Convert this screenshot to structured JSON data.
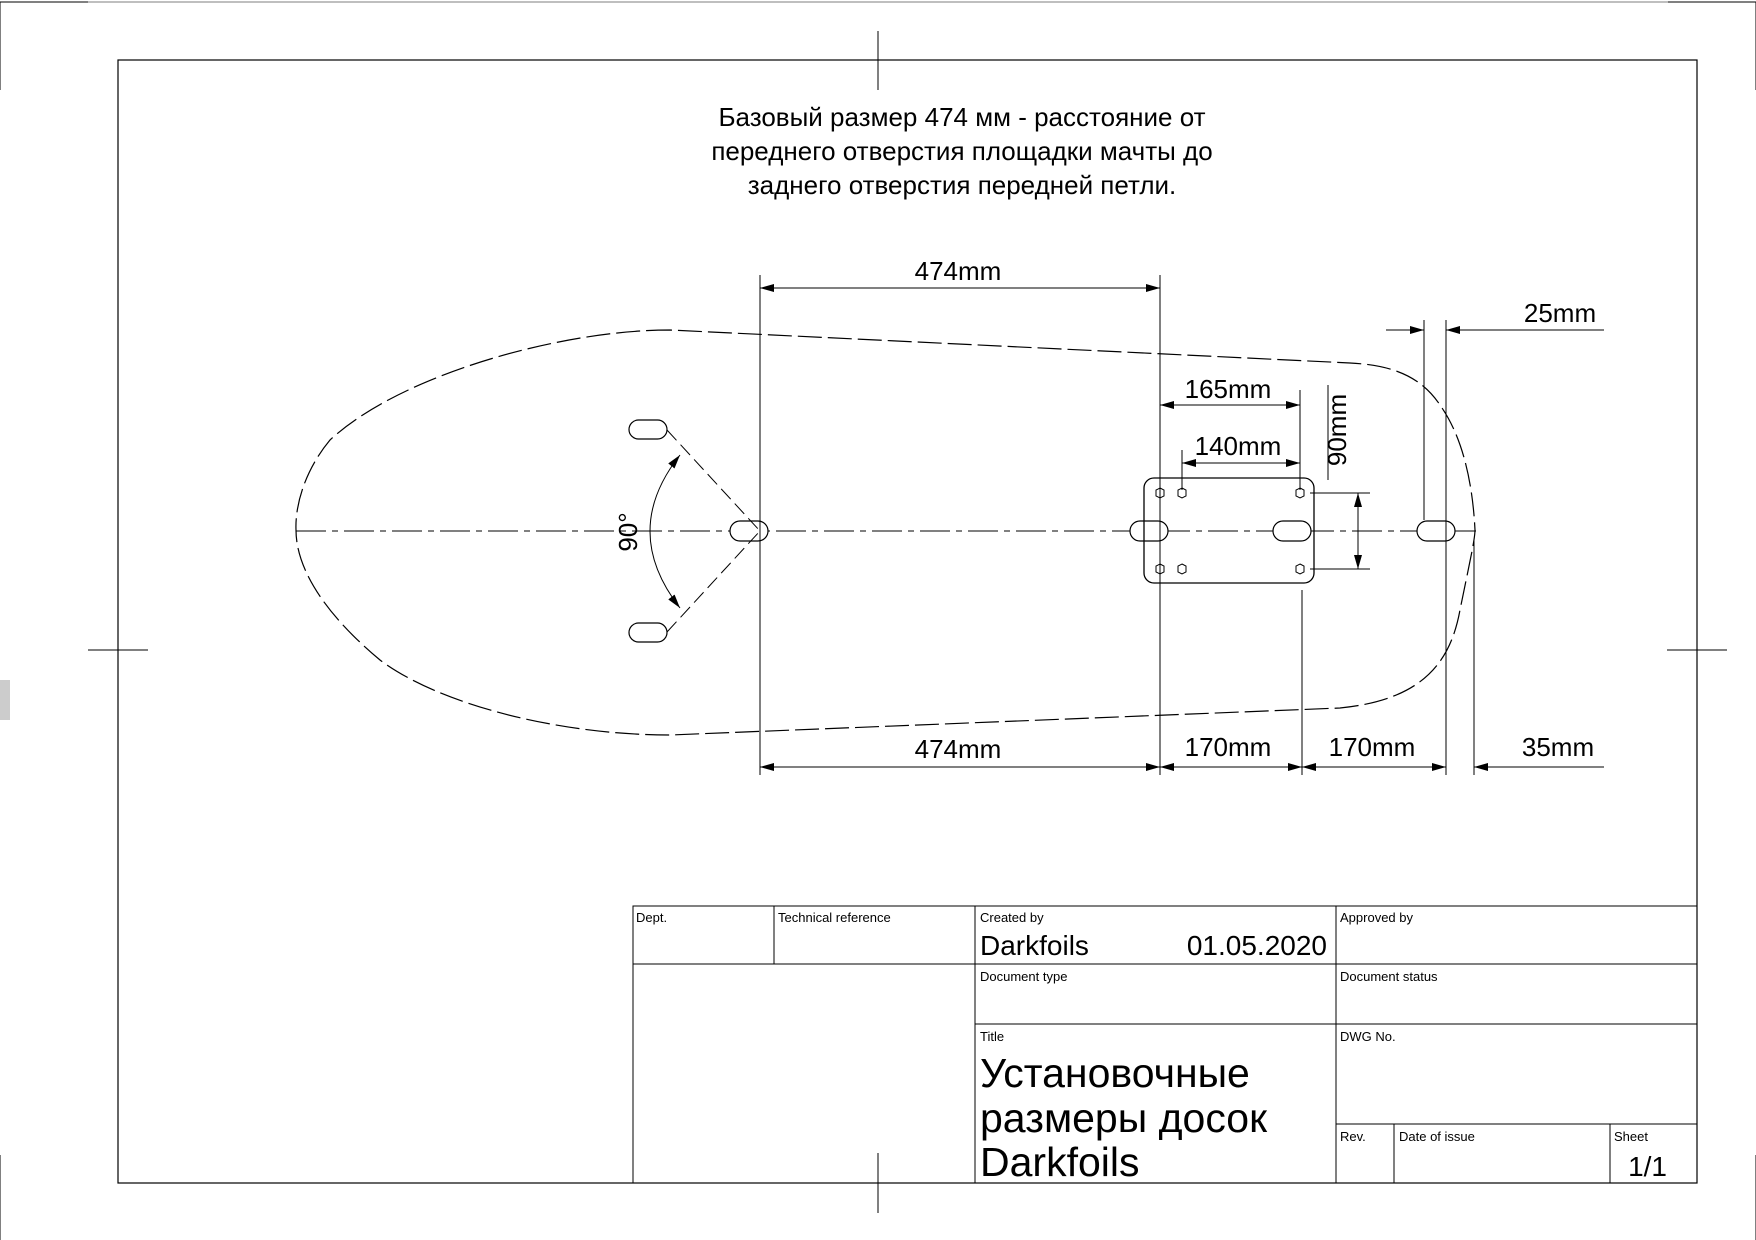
{
  "note_lines": [
    "Базовый размер 474 мм - расстояние от",
    "переднего отверстия площадки мачты до",
    "заднего отверстия передней петли."
  ],
  "dimensions": {
    "top_474": "474mm",
    "d165": "165mm",
    "d140": "140mm",
    "d90": "90mm",
    "d25": "25mm",
    "angle": "90°",
    "bottom_474": "474mm",
    "d170a": "170mm",
    "d170b": "170mm",
    "d35": "35mm"
  },
  "title_block": {
    "dept_label": "Dept.",
    "tech_ref_label": "Technical reference",
    "created_by_label": "Created by",
    "created_by": "Darkfoils",
    "date": "01.05.2020",
    "approved_by_label": "Approved by",
    "doc_type_label": "Document type",
    "doc_status_label": "Document status",
    "title_label": "Title",
    "title_lines": [
      "Установочные",
      "размеры досок",
      "Darkfoils"
    ],
    "dwg_label": "DWG No.",
    "rev_label": "Rev.",
    "date_issue_label": "Date of issue",
    "sheet_label": "Sheet",
    "sheet": "1/1"
  }
}
